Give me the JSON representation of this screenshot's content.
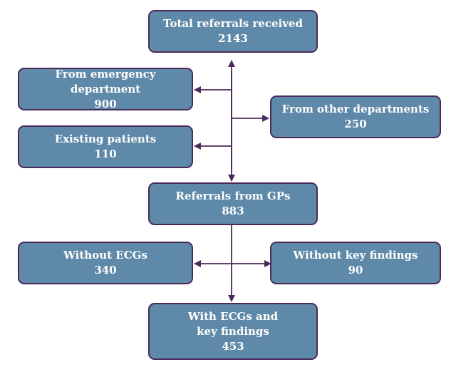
{
  "colors": {
    "box_fill": "#5f89a8",
    "box_border": "#4a2a5a",
    "arrow": "#4a2a5a",
    "text": "#ffffff"
  },
  "nodes": {
    "total": {
      "label": "Total referrals received",
      "value": "2143"
    },
    "emergency": {
      "label": "From emergency department",
      "value": "900"
    },
    "other_depts": {
      "label": "From other departments",
      "value": "250"
    },
    "existing": {
      "label": "Existing patients",
      "value": "110"
    },
    "gps": {
      "label": "Referrals from GPs",
      "value": "883"
    },
    "without_ecg": {
      "label": "Without ECGs",
      "value": "340"
    },
    "without_key": {
      "label": "Without key findings",
      "value": "90"
    },
    "with_both": {
      "label_line1": "With ECGs and",
      "label_line2": "key findings",
      "value": "453"
    }
  }
}
